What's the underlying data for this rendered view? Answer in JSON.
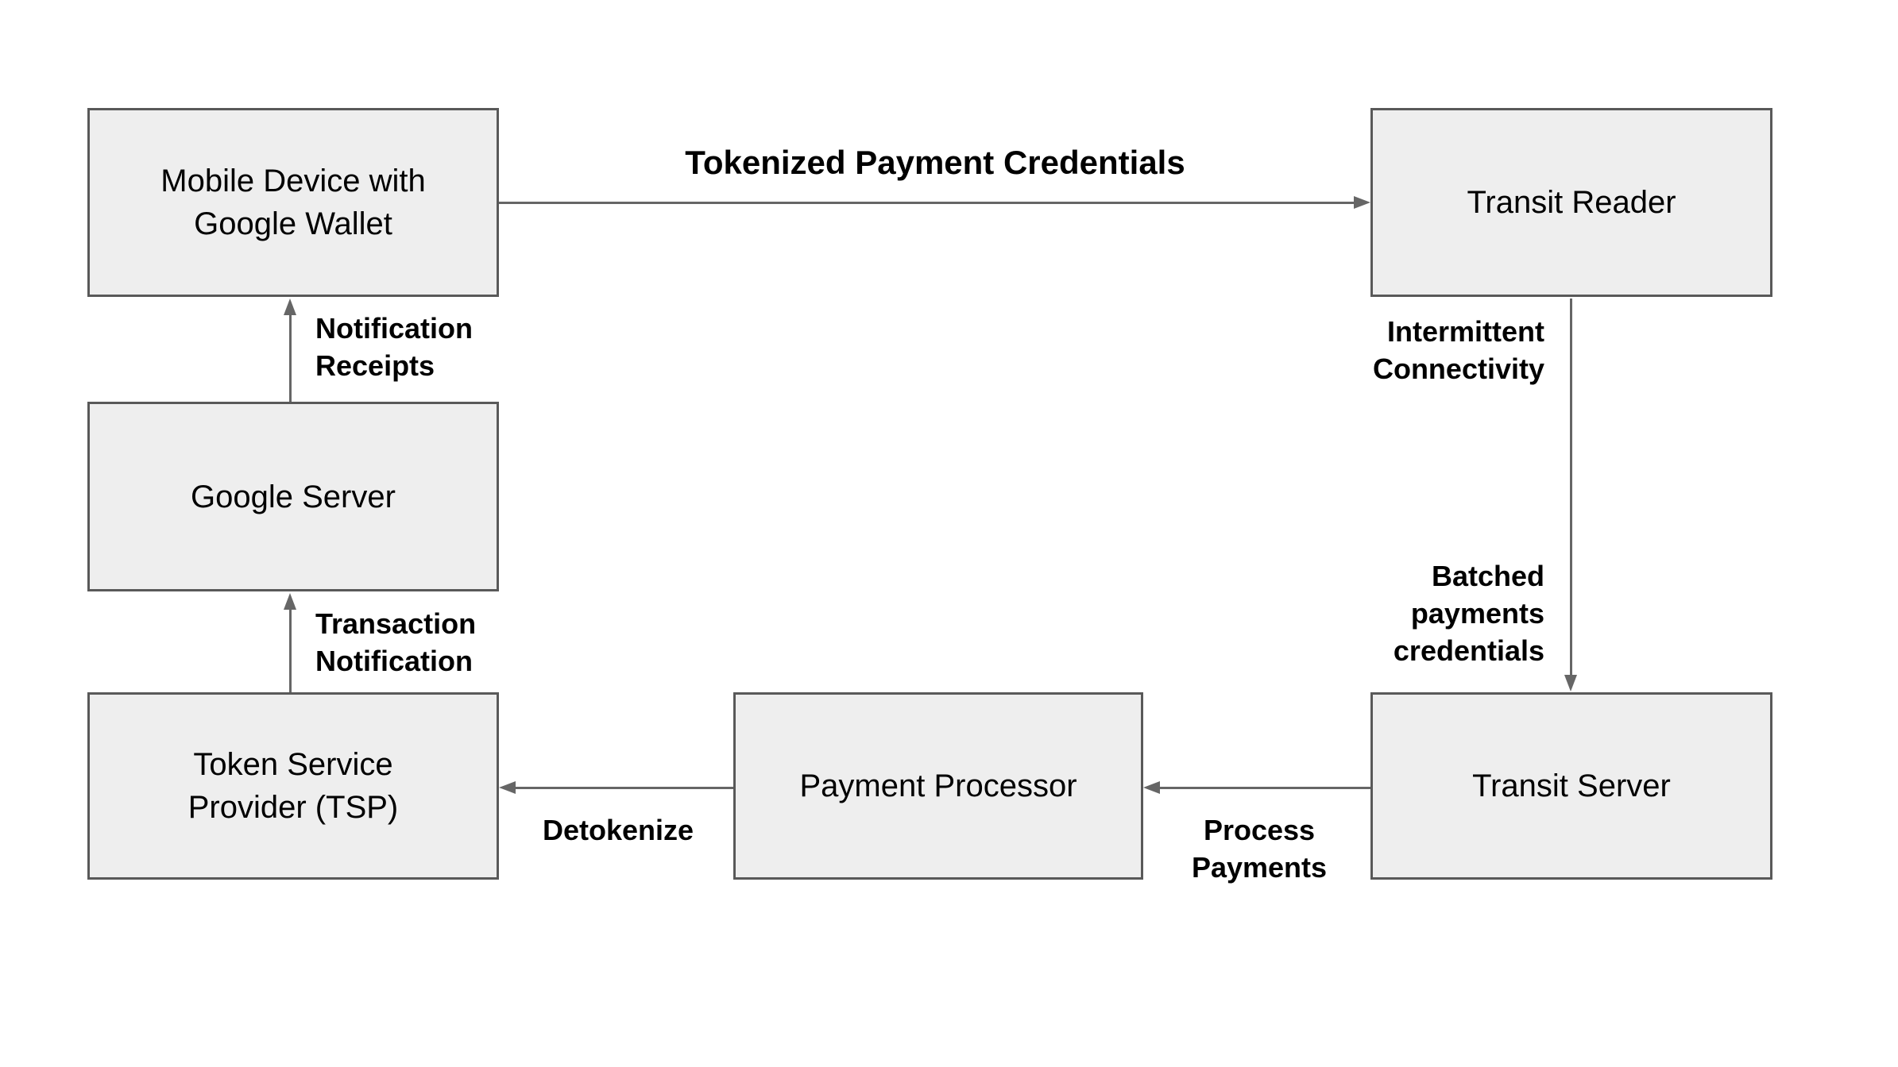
{
  "diagram": {
    "type": "flowchart",
    "colors": {
      "background": "#ffffff",
      "node_fill": "#eeeeee",
      "node_border": "#595959",
      "arrow": "#666666",
      "label_text": "#000000"
    },
    "nodes": {
      "mobile": {
        "label": "Mobile Device with Google Wallet"
      },
      "transit_reader": {
        "label": "Transit Reader"
      },
      "google_server": {
        "label": "Google Server"
      },
      "tsp": {
        "label": "Token Service Provider (TSP)"
      },
      "payment_processor": {
        "label": "Payment Processor"
      },
      "transit_server": {
        "label": "Transit Server"
      }
    },
    "edges": {
      "tokenized": {
        "from": "mobile",
        "to": "transit_reader",
        "label": "Tokenized Payment Credentials"
      },
      "reader_to_server": {
        "from": "transit_reader",
        "to": "transit_server",
        "labels": [
          "Intermittent\nConnectivity",
          "Batched\npayments\ncredentials"
        ]
      },
      "process": {
        "from": "transit_server",
        "to": "payment_processor",
        "label": "Process\nPayments"
      },
      "detokenize": {
        "from": "payment_processor",
        "to": "tsp",
        "label": "Detokenize"
      },
      "transaction": {
        "from": "tsp",
        "to": "google_server",
        "label": "Transaction\nNotification"
      },
      "receipts": {
        "from": "google_server",
        "to": "mobile",
        "label": "Notification\nReceipts"
      }
    }
  }
}
